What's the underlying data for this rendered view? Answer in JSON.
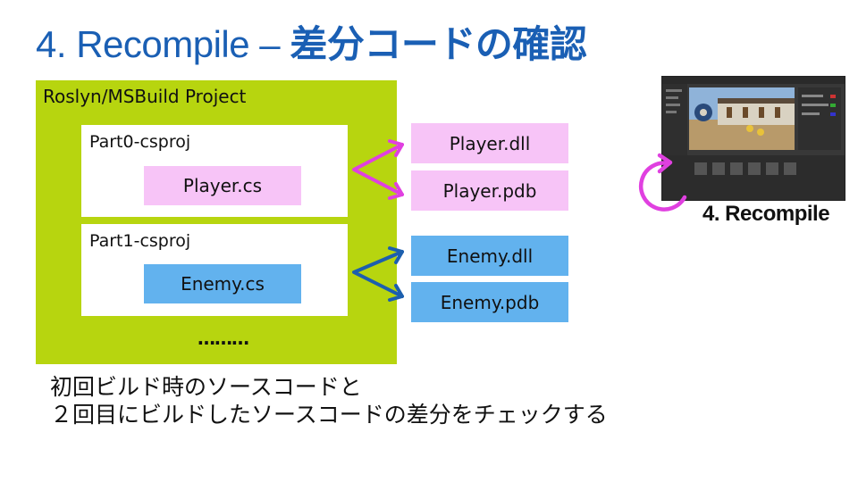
{
  "title": {
    "prefix": "4. Recompile – ",
    "accent": "差分コードの確認"
  },
  "project": {
    "label": "Roslyn/MSBuild Project",
    "parts": [
      {
        "label": "Part0-csproj",
        "source": "Player.cs"
      },
      {
        "label": "Part1-csproj",
        "source": "Enemy.cs"
      }
    ],
    "ellipsis": "………"
  },
  "outputs": [
    "Player.dll",
    "Player.pdb",
    "Enemy.dll",
    "Enemy.pdb"
  ],
  "recompile_label": "4. Recompile",
  "description": {
    "line1": "初回ビルド時のソースコードと",
    "line2": "２回目にビルドしたソースコードの差分をチェックする"
  },
  "colors": {
    "title": "#1a5fb4",
    "project_bg": "#b7d50f",
    "pink": "#f7c4f7",
    "blue": "#62b2ee",
    "pink_arrow": "#e040e0",
    "blue_arrow": "#1c5fae"
  }
}
